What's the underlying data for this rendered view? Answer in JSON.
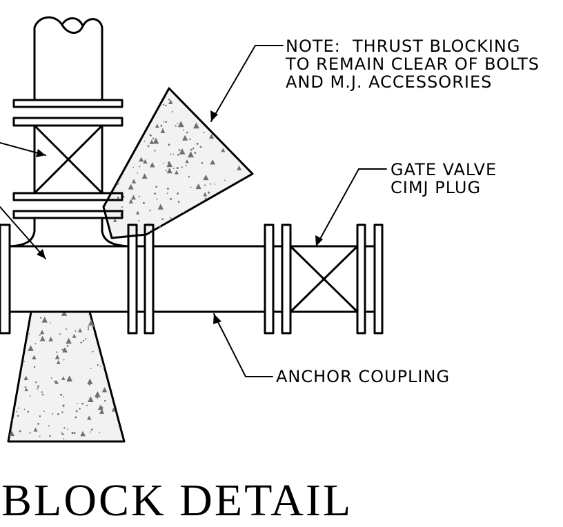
{
  "notes": {
    "line1": "NOTE:  THRUST BLOCKING",
    "line2": "TO REMAIN CLEAR OF BOLTS",
    "line3": "AND M.J. ACCESSORIES"
  },
  "callouts": {
    "gate_valve_line1": "GATE VALVE",
    "gate_valve_line2": "CIMJ PLUG",
    "anchor_coupling": "ANCHOR COUPLING"
  },
  "title": "BLOCK DETAIL"
}
